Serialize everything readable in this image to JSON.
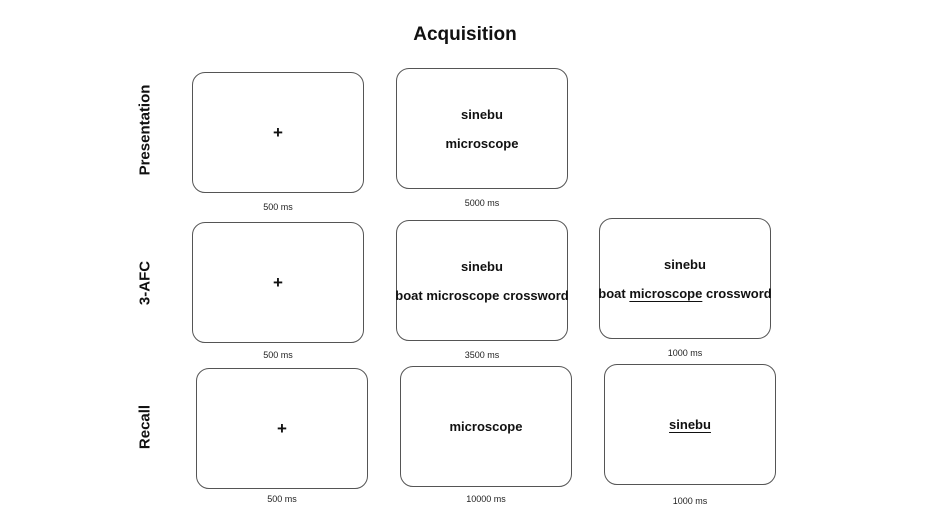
{
  "title": "Acquisition",
  "rows": {
    "presentation": {
      "label": "Presentation",
      "panels": [
        {
          "fixation": "+",
          "duration": "500 ms"
        },
        {
          "pseudoword": "sinebu",
          "word": "microscope",
          "duration": "5000 ms"
        }
      ]
    },
    "afc": {
      "label": "3-AFC",
      "panels": [
        {
          "fixation": "+",
          "duration": "500 ms"
        },
        {
          "pseudoword": "sinebu",
          "options": [
            "boat",
            "microscope",
            "crossword"
          ],
          "duration": "3500 ms"
        },
        {
          "pseudoword": "sinebu",
          "options": [
            "boat",
            "microscope",
            "crossword"
          ],
          "selected": "microscope",
          "duration": "1000 ms"
        }
      ]
    },
    "recall": {
      "label": "Recall",
      "panels": [
        {
          "fixation": "+",
          "duration": "500 ms"
        },
        {
          "word": "microscope",
          "duration": "10000 ms"
        },
        {
          "pseudoword": "sinebu",
          "duration": "1000 ms"
        }
      ]
    }
  }
}
